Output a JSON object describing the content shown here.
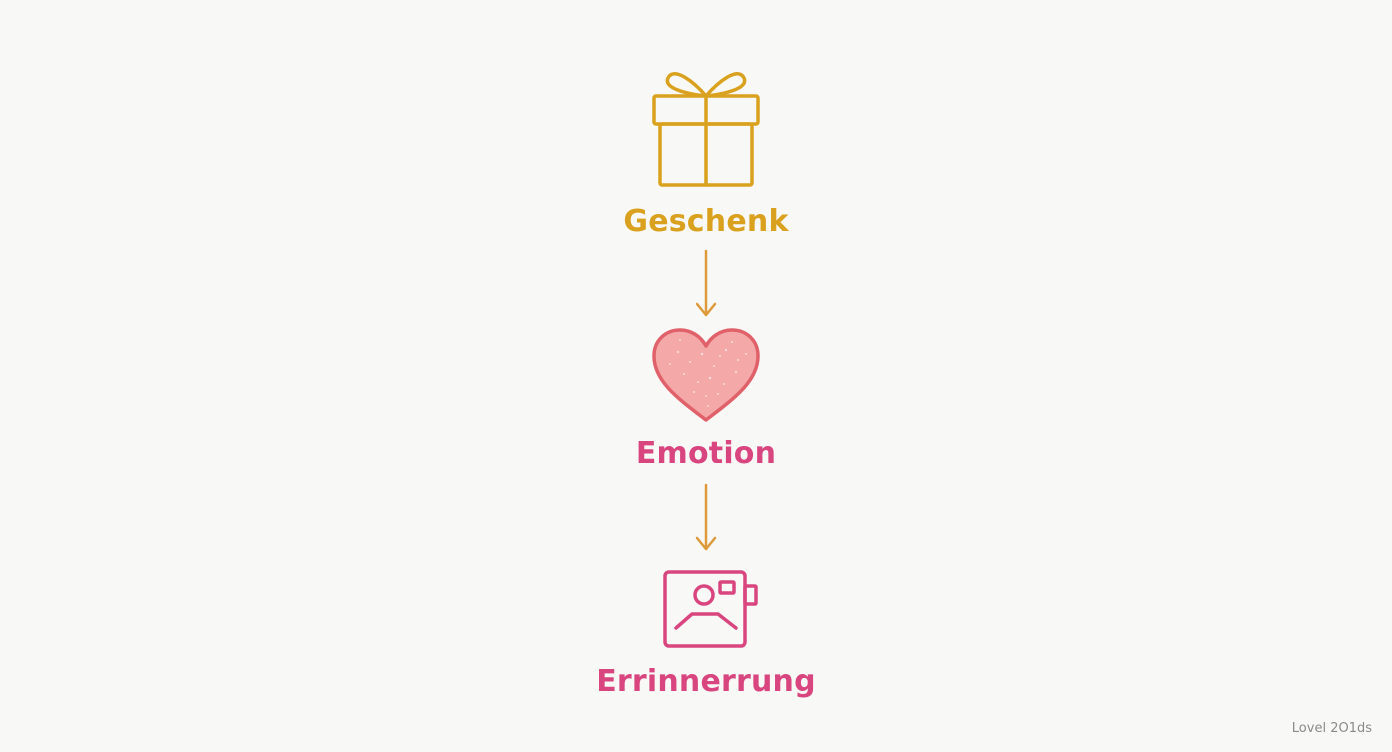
{
  "steps": [
    {
      "label": "Geschenk",
      "icon": "gift-icon",
      "color": "#d9a11e"
    },
    {
      "label": "Emotion",
      "icon": "heart-icon",
      "color": "#d9457f",
      "icon_fill": "#f4a8a8",
      "icon_stroke": "#e0616a"
    },
    {
      "label": "Errinnerrung",
      "icon": "photo-camera-icon",
      "color": "#d9457f"
    }
  ],
  "arrow_color": "#dd9a3a",
  "background": "#f8f8f6",
  "watermark": "Lovel 2O1ds"
}
